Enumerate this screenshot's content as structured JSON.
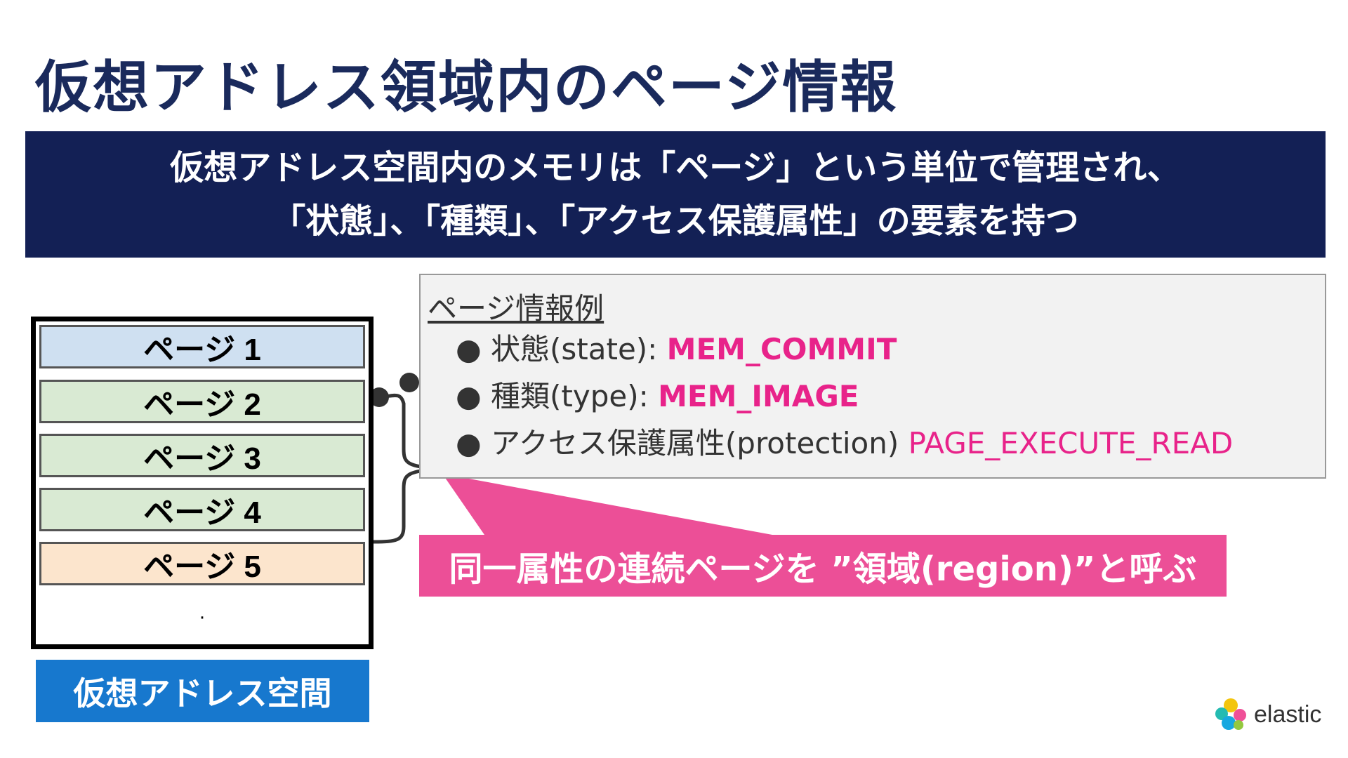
{
  "title": "仮想アドレス領域内のページ情報",
  "banner": {
    "line1": "仮想アドレス空間内のメモリは「ページ」という単位で管理され、",
    "line2": "「状態」、「種類」、「アクセス保護属性」の要素を持つ"
  },
  "pages": [
    {
      "label": "ページ 1",
      "color": "#cfe0f1"
    },
    {
      "label": "ページ 2",
      "color": "#d9ead3"
    },
    {
      "label": "ページ 3",
      "color": "#d9ead3"
    },
    {
      "label": "ページ 4",
      "color": "#d9ead3"
    },
    {
      "label": "ページ 5",
      "color": "#fce5cd"
    }
  ],
  "continuation": "·",
  "address_space_label": "仮想アドレス空間",
  "info": {
    "heading": "ページ情報例",
    "items": [
      {
        "label": "状態(state): ",
        "value": "MEM_COMMIT"
      },
      {
        "label": "種類(type): ",
        "value": "MEM_IMAGE"
      },
      {
        "label": "アクセス保護属性(protection) ",
        "value": "PAGE_EXECUTE_READ"
      }
    ]
  },
  "callout": "同一属性の連続ページを ”領域(region)”と呼ぶ",
  "logo": {
    "text": "elastic",
    "icon": "elastic-logo-icon"
  },
  "colors": {
    "title": "#1a2a5c",
    "banner_bg": "#132055",
    "address_space_bg": "#1778ce",
    "highlight": "#e8238a",
    "callout_bg": "#ec4f97"
  }
}
